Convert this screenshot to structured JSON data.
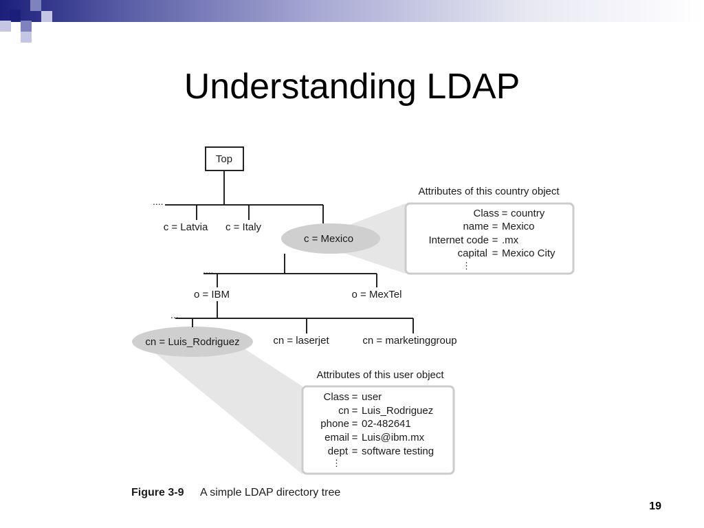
{
  "slide": {
    "title": "Understanding LDAP",
    "page_number": "19"
  },
  "tree": {
    "root": "Top",
    "ellipsis_top": "....",
    "level1": [
      "c = Latvia",
      "c = Italy",
      "c = Mexico"
    ],
    "ellipsis_mid": "....",
    "level2": [
      "o = IBM",
      "o = MexTel"
    ],
    "ellipsis_low": "...",
    "level3": [
      "cn = Luis_Rodriguez",
      "cn = laserjet",
      "cn = marketinggroup"
    ]
  },
  "country_box": {
    "title": "Attributes of this country object",
    "rows": [
      {
        "key": "Class",
        "value": "country"
      },
      {
        "key": "name",
        "value": "Mexico"
      },
      {
        "key": "Internet code",
        "value": ".mx"
      },
      {
        "key": "capital",
        "value": "Mexico City"
      }
    ],
    "more": "⋮"
  },
  "user_box": {
    "title": "Attributes of this user object",
    "rows": [
      {
        "key": "Class",
        "value": "user"
      },
      {
        "key": "cn",
        "value": "Luis_Rodriguez"
      },
      {
        "key": "phone",
        "value": "02-482641"
      },
      {
        "key": "email",
        "value": "Luis@ibm.mx"
      },
      {
        "key": "dept",
        "value": "software testing"
      }
    ],
    "more": "⋮"
  },
  "caption": {
    "label": "Figure 3-9",
    "text": "A simple LDAP directory tree"
  },
  "colors": {
    "header_dark": "#1c1f7a",
    "header_mid": "#7f82bd",
    "header_light": "#c5c6e3",
    "highlight_ellipse": "#cfcfcf",
    "callout_wedge": "#e6e6e6",
    "box_border": "#cccccc"
  }
}
